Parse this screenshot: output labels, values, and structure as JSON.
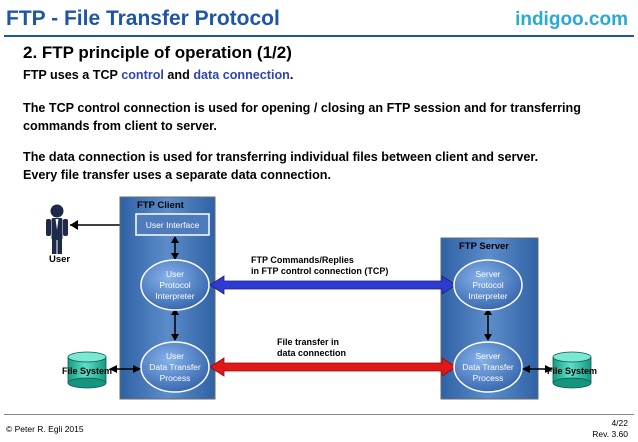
{
  "header": {
    "title": "FTP - File Transfer Protocol",
    "brand": "indigoo.com"
  },
  "section": {
    "title": "2. FTP principle of operation (1/2)",
    "intro_pre": "FTP uses a TCP ",
    "intro_control": "control",
    "intro_and": " and ",
    "intro_data": "data connection",
    "intro_post": ".",
    "para1_line1": "The TCP control connection is used for opening / closing an FTP session and for transferring",
    "para1_line2": "commands from client to server.",
    "para2_line1": "The data connection is used for transferring individual files between client and server.",
    "para2_line2": "Every file transfer uses a separate data connection."
  },
  "diagram": {
    "user_label": "User",
    "client_title": "FTP Client",
    "server_title": "FTP Server",
    "user_interface": "User Interface",
    "client_pi": [
      "User",
      "Protocol",
      "Interpreter"
    ],
    "client_dtp": [
      "User",
      "Data Transfer",
      "Process"
    ],
    "server_pi": [
      "Server",
      "Protocol",
      "Interpreter"
    ],
    "server_dtp": [
      "Server",
      "Data Transfer",
      "Process"
    ],
    "control_label": [
      "FTP Commands/Replies",
      "in FTP control connection (TCP)"
    ],
    "data_label": [
      "File transfer in",
      "data connection"
    ],
    "file_system_label": "File System"
  },
  "colors": {
    "title_blue": "#1f55a8",
    "brand_cyan": "#2aa8d6",
    "text_blue": "#2c46b5",
    "box_blue": "#3d6fae",
    "control_arrow": "#2e3bd0",
    "data_arrow": "#e01818",
    "file_system": "#2bb8a0"
  },
  "footer": {
    "copyright": "© Peter R. Egli 2015",
    "page": "4/22",
    "rev": "Rev. 3.60"
  }
}
